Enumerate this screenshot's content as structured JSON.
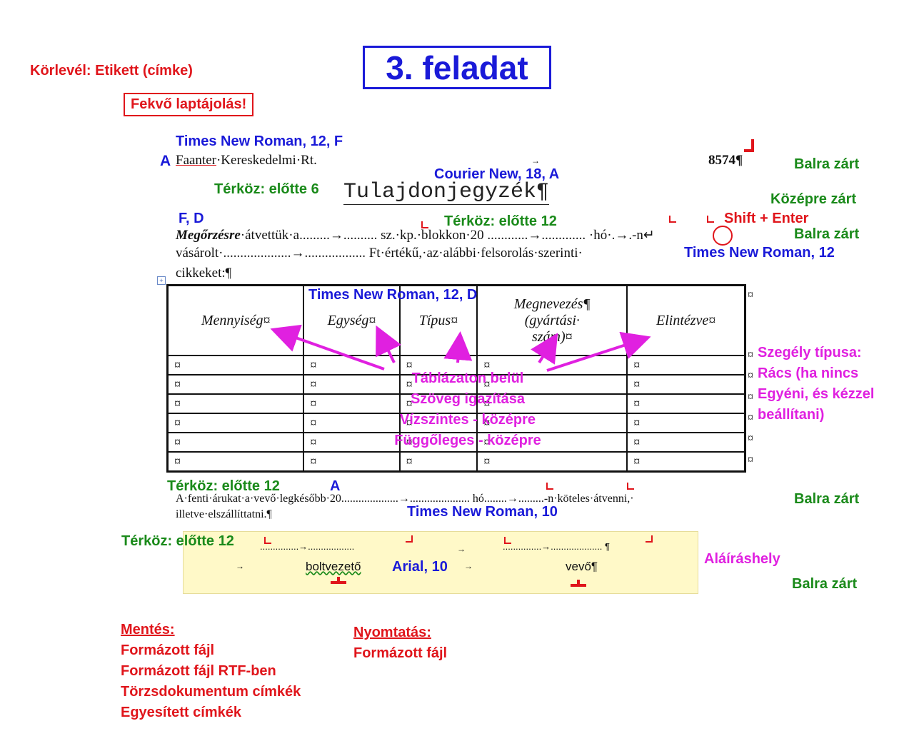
{
  "title": "3. feladat",
  "subtitle": "Körlevél: Etikett (címke)",
  "orientation_note": "Fekvő laptájolás!",
  "annotations": {
    "font1": "Times New Roman, 12, F",
    "font_courier": "Courier New, 18, A",
    "spacing6": "Térköz: előtte 6",
    "f_d": "F, D",
    "spacing12_a": "Térköz: előtte 12",
    "shift_enter": "Shift + Enter",
    "tnr12": "Times New Roman, 12",
    "tnr12d": "Times New Roman, 12, D",
    "border_type": [
      "Szegély típusa:",
      "Rács (ha nincs",
      "Egyéni, és kézzel",
      "beállítani)"
    ],
    "table_align": [
      "Táblázaton belül",
      "Szöveg igazítása",
      "Vízszintes - középre",
      "Függőleges - középre"
    ],
    "spacing12_b": "Térköz: előtte 12",
    "a_mark": "A",
    "tnr10": "Times New Roman, 10",
    "spacing12_c": "Térköz: előtte 12",
    "arial10": "Arial, 10",
    "signature_place": "Aláíráshely",
    "align_left1": "Balra zárt",
    "align_center": "Középre zárt",
    "align_left2": "Balra zárt",
    "align_left3": "Balra zárt",
    "align_left4": "Balra zárt",
    "a_first": "A"
  },
  "document": {
    "company": "Faanter",
    "company_rest": "·Kereskedelmi·Rt.",
    "number": "8574¶",
    "heading": "Tulajdonjegyzék¶",
    "para1_bold": "Megőrzésre",
    "para1_line1": "·átvettük·a.........→.......... sz.·kp.·blokkon·20 ............→............. ·hó·.→.-n↵",
    "para1_line2": "vásárolt·....................→.................. Ft·értékű,·az·alábbi·felsorolás·szerinti·",
    "para1_line3": "cikkeket:¶",
    "table_headers": [
      "Mennyiség¤",
      "Egység¤",
      "Típus¤",
      "Megnevezés¶",
      "(gyártási·",
      "szám)¤",
      "Elintézve¤"
    ],
    "cell_mark": "¤",
    "row_count": 6,
    "para2_line1": "A·fenti·árukat·a·vevő·legkésőbb·20....................→..................... hó........→.........-n·köteles·átvenni,·",
    "para2_line2": "illetve·elszállíttatni.¶",
    "sig_dots1": "...............→..................",
    "sig_dots2": "...............→.................... ¶",
    "sig_label1": "boltvezető",
    "sig_label2": "vevő¶",
    "arrow": "→"
  },
  "save": {
    "heading": "Mentés:",
    "items": [
      "Formázott fájl",
      "Formázott fájl RTF-ben",
      "Törzsdokumentum címkék",
      "Egyesített címkék"
    ]
  },
  "print": {
    "heading": "Nyomtatás:",
    "items": [
      "Formázott fájl"
    ]
  },
  "colors": {
    "red": "#e0151b",
    "blue": "#1a1ad8",
    "green": "#1a8a1a",
    "magenta": "#e020e0",
    "signature_bg": "#fff9c8"
  }
}
